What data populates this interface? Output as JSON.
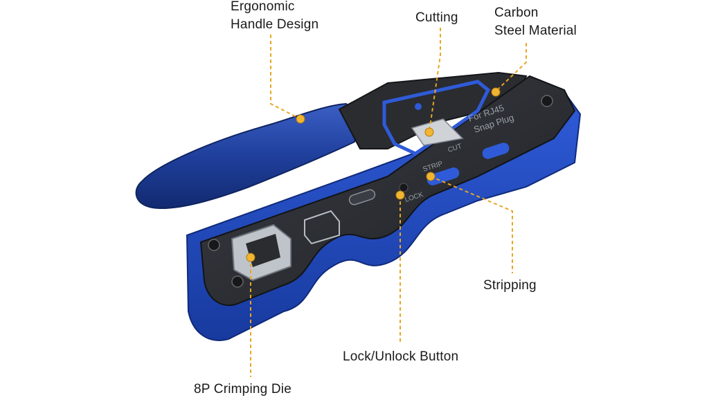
{
  "labels": {
    "ergonomic_line1": "Ergonomic",
    "ergonomic_line2": "Handle Design",
    "cutting": "Cutting",
    "carbon_line1": "Carbon",
    "carbon_line2": "Steel Material",
    "stripping": "Stripping",
    "lock_unlock": "Lock/Unlock Button",
    "crimping_die": "8P Crimping Die"
  },
  "tool_markings": {
    "line1": "For RJ45",
    "line2": "Snap Plug",
    "cut": "CUT",
    "strip": "STRIP",
    "lock": "LOCK"
  },
  "colors": {
    "handle_blue": "#1f3f9c",
    "body_black": "#2a2c30",
    "callout_line": "#e8a623",
    "callout_dot": "#f2b531",
    "label_text": "#1a1a1a"
  }
}
